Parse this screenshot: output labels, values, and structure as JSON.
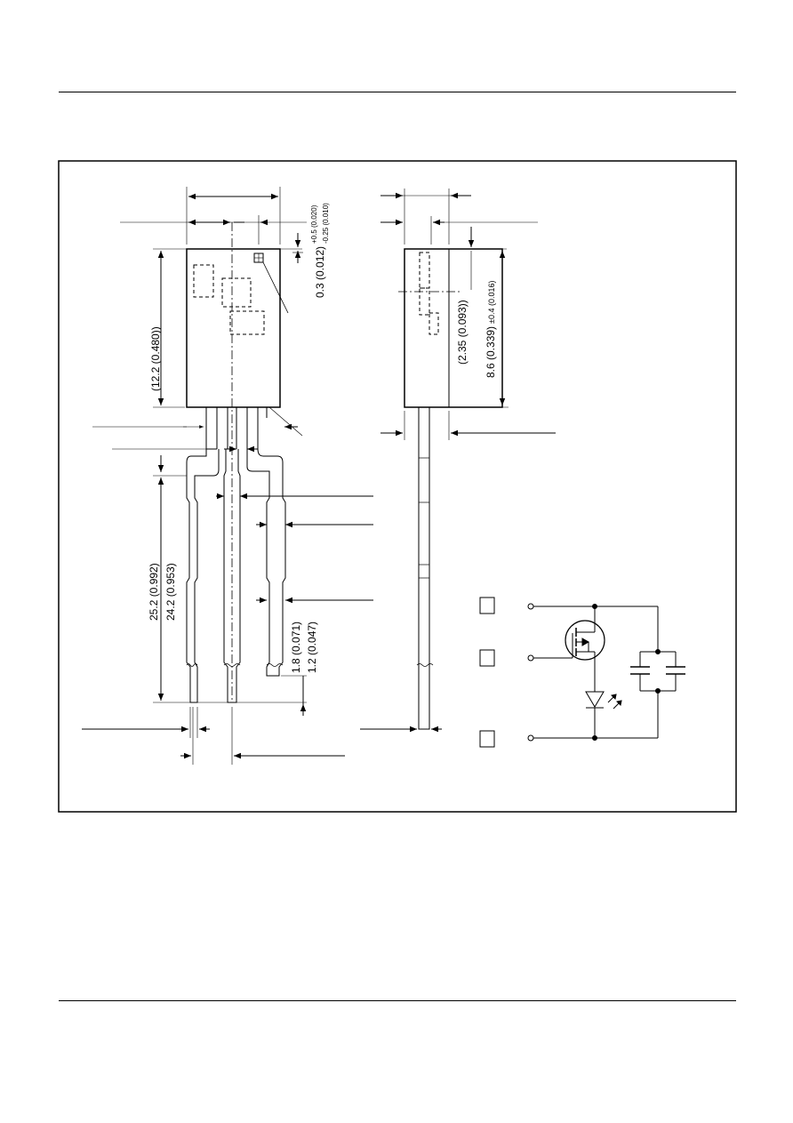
{
  "header": {
    "rule": "top"
  },
  "footer": {
    "rule": "bottom"
  },
  "drawing": {
    "dimensions": {
      "body_height": "(12.2 (0.480))",
      "lead_length_max": "25.2 (0.992)",
      "lead_length_min": "24.2 (0.953)",
      "lead_tab_width": "1.8 (0.071)",
      "lead_width": "1.2 (0.047)",
      "pin_mark_main": "0.3 (0.012)",
      "pin_mark_tol_plus": "+0.5 (0.020)",
      "pin_mark_tol_minus": "-0.25 (0.010)",
      "side_offset": "(2.35 (0.093))",
      "side_height_main": "8.6 (0.339)",
      "side_height_tol": "±0.4 (0.016)"
    },
    "pin_labels": [
      "",
      "",
      ""
    ]
  },
  "colors": {
    "line": "#000000",
    "background": "#ffffff"
  }
}
